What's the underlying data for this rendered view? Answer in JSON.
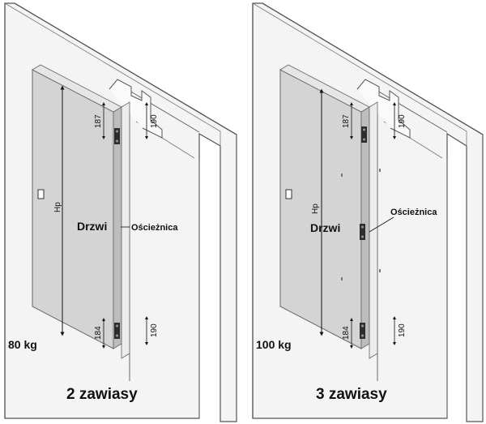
{
  "panels": [
    {
      "weight": "80 kg",
      "caption": "2 zawiasy",
      "door_label": "Drzwi",
      "frame_label": "Ościeżnica",
      "height_label": "Hp",
      "dim_top_left": "187",
      "dim_top_right": "190",
      "dim_bottom_left": "184",
      "dim_bottom_right": "190"
    },
    {
      "weight": "100 kg",
      "caption": "3 zawiasy",
      "door_label": "Drzwi",
      "frame_label": "Ościeżnica",
      "height_label": "Hp",
      "dim_top_left": "187",
      "dim_top_right": "190",
      "dim_bottom_left": "184",
      "dim_bottom_right": "190"
    }
  ],
  "colors": {
    "door": "#d4d4d4",
    "frame": "#f2f2f2",
    "hinge": "#333333"
  }
}
